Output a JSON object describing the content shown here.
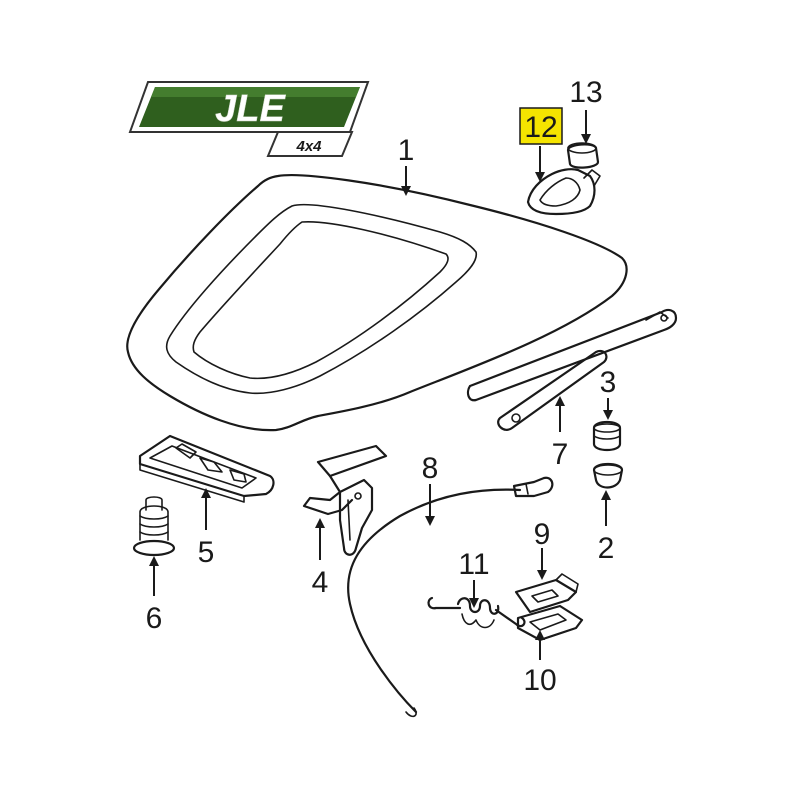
{
  "logo": {
    "brand": "JLE",
    "subtitle": "4x4",
    "color_main": "#2f5f1e",
    "color_dark": "#1b3a10"
  },
  "highlight_color": "#f5e400",
  "callouts": [
    {
      "id": "1",
      "label": "1",
      "highlighted": false
    },
    {
      "id": "2",
      "label": "2",
      "highlighted": false
    },
    {
      "id": "3",
      "label": "3",
      "highlighted": false
    },
    {
      "id": "4",
      "label": "4",
      "highlighted": false
    },
    {
      "id": "5",
      "label": "5",
      "highlighted": false
    },
    {
      "id": "6",
      "label": "6",
      "highlighted": false
    },
    {
      "id": "7",
      "label": "7",
      "highlighted": false
    },
    {
      "id": "8",
      "label": "8",
      "highlighted": false
    },
    {
      "id": "9",
      "label": "9",
      "highlighted": false
    },
    {
      "id": "10",
      "label": "10",
      "highlighted": false
    },
    {
      "id": "11",
      "label": "11",
      "highlighted": false
    },
    {
      "id": "12",
      "label": "12",
      "highlighted": true
    },
    {
      "id": "13",
      "label": "13",
      "highlighted": false
    }
  ]
}
